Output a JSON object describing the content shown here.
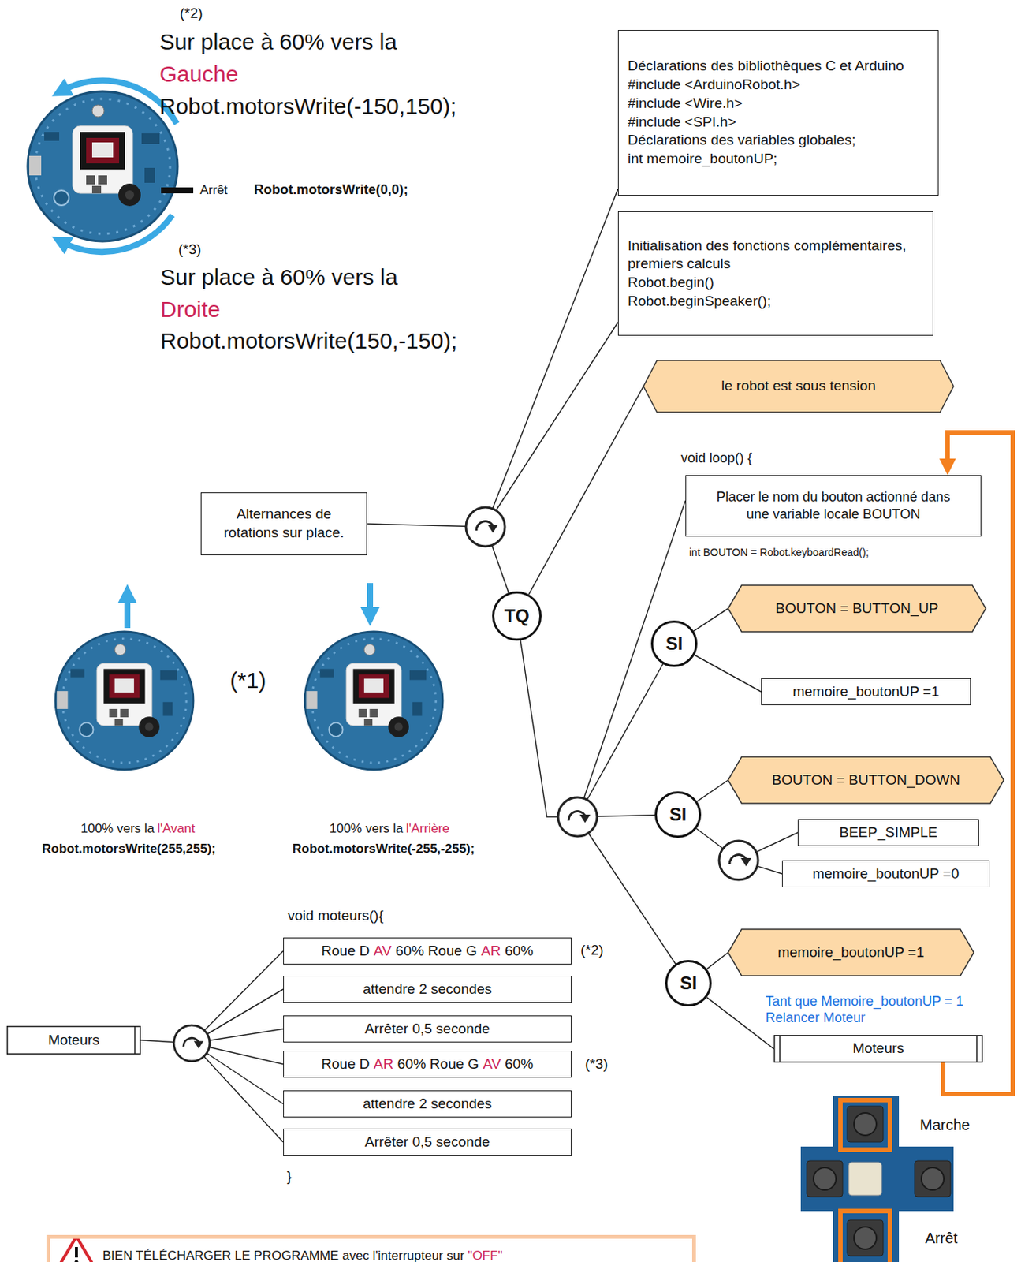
{
  "diagram": {
    "nodes": [
      {
        "text": [
          "Déclarations des bibliothèques C et Arduino",
          "#include <ArduinoRobot.h>",
          "#include <Wire.h>",
          "#include <SPI.h>",
          "Déclarations des variables globales;",
          "int memoire_boutonUP;"
        ]
      },
      {
        "text": [
          "Initialisation des fonctions complémentaires, premiers calculs",
          "Robot.begin()",
          "Robot.beginSpeaker();"
        ]
      },
      {
        "text": [
          "le robot est sous tension"
        ]
      },
      {
        "text": [
          "Alternances de rotations sur place."
        ]
      },
      {
        "text": [
          "TQ"
        ]
      },
      {
        "text": [
          "Placer le nom du bouton actionné dans une variable locale BOUTON"
        ]
      },
      {
        "text": [
          "SI"
        ]
      },
      {
        "text": [
          "BOUTON = BUTTON_UP"
        ]
      },
      {
        "text": [
          "memoire_boutonUP =1"
        ]
      },
      {
        "text": [
          "SI"
        ]
      },
      {
        "text": [
          "BOUTON = BUTTON_DOWN"
        ]
      },
      {
        "text": [
          "BEEP_SIMPLE"
        ]
      },
      {
        "text": [
          "memoire_boutonUP =0"
        ]
      },
      {
        "text": [
          "SI"
        ]
      },
      {
        "text": [
          "memoire_boutonUP =1"
        ]
      },
      {
        "text": [
          "Moteurs"
        ]
      },
      {
        "text": [
          "Moteurs"
        ]
      },
      {
        "text": [
          "Roue D",
          "AV",
          "60% Roue G",
          "AR",
          "60%"
        ]
      },
      {
        "text": [
          "attendre 2 secondes"
        ]
      },
      {
        "text": [
          "Arrêter 0,5 seconde"
        ]
      },
      {
        "text": [
          "Roue D",
          "AR",
          "60% Roue G",
          "AV",
          "60%"
        ]
      },
      {
        "text": [
          "attendre 2 secondes"
        ]
      },
      {
        "text": [
          "Arrêter 0,5 seconde"
        ]
      },
      {
        "text": [
          "BIEN TÉLÉCHARGER LE PROGRAMME avec l'interrupteur sur",
          "\"OFF\""
        ]
      }
    ],
    "edges": [
      {
        "from": 4,
        "to": 2,
        "arrow": "none"
      },
      {
        "from": 6,
        "to": 7,
        "arrow": "none"
      },
      {
        "from": 6,
        "to": 8,
        "arrow": "none"
      },
      {
        "from": 9,
        "to": 10,
        "arrow": "none"
      },
      {
        "from": 13,
        "to": 14,
        "arrow": "none"
      },
      {
        "from": 13,
        "to": 15,
        "arrow": "none"
      },
      {
        "from": 15,
        "to": 5,
        "arrow": "to"
      }
    ],
    "labels": [
      "(*2)",
      "Sur place à 60% vers la",
      "Gauche",
      "Robot.motorsWrite(-150,150);",
      "Arrêt",
      "Robot.motorsWrite(0,0);",
      "(*3)",
      "Sur place à 60% vers la",
      "Droite",
      "Robot.motorsWrite(150,-150);",
      "void loop() {",
      "int BOUTON = Robot.keyboardRead();",
      "(*1)",
      "100% vers la",
      "l'Avant",
      "Robot.motorsWrite(255,255);",
      "100% vers la",
      "l'Arrière",
      "Robot.motorsWrite(-255,-255);",
      "Tant que Memoire_boutonUP = 1 Relancer Moteur",
      "}",
      "(*2)",
      "(*3)",
      "void moteurs(){",
      "Marche",
      "Arrêt"
    ]
  }
}
